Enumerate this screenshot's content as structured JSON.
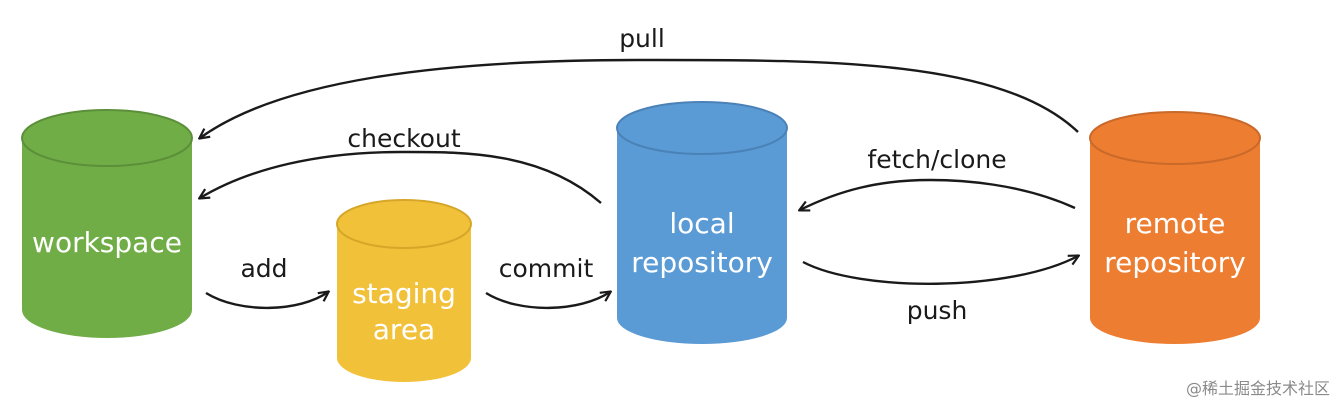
{
  "nodes": {
    "workspace": {
      "label_line1": "workspace",
      "color": "#70ad47",
      "rim_color": "#5b8f3a"
    },
    "staging": {
      "label_line1": "staging",
      "label_line2": "area",
      "color": "#f2c13a",
      "rim_color": "#d5a628"
    },
    "local": {
      "label_line1": "local",
      "label_line2": "repository",
      "color": "#5b9bd5",
      "rim_color": "#4a82b8"
    },
    "remote": {
      "label_line1": "remote",
      "label_line2": "repository",
      "color": "#ed7d31",
      "rim_color": "#c9692a"
    }
  },
  "edges": {
    "pull": "pull",
    "checkout": "checkout",
    "fetch_clone": "fetch/clone",
    "add": "add",
    "commit": "commit",
    "push": "push"
  },
  "watermark": "@稀土掘金技术社区"
}
